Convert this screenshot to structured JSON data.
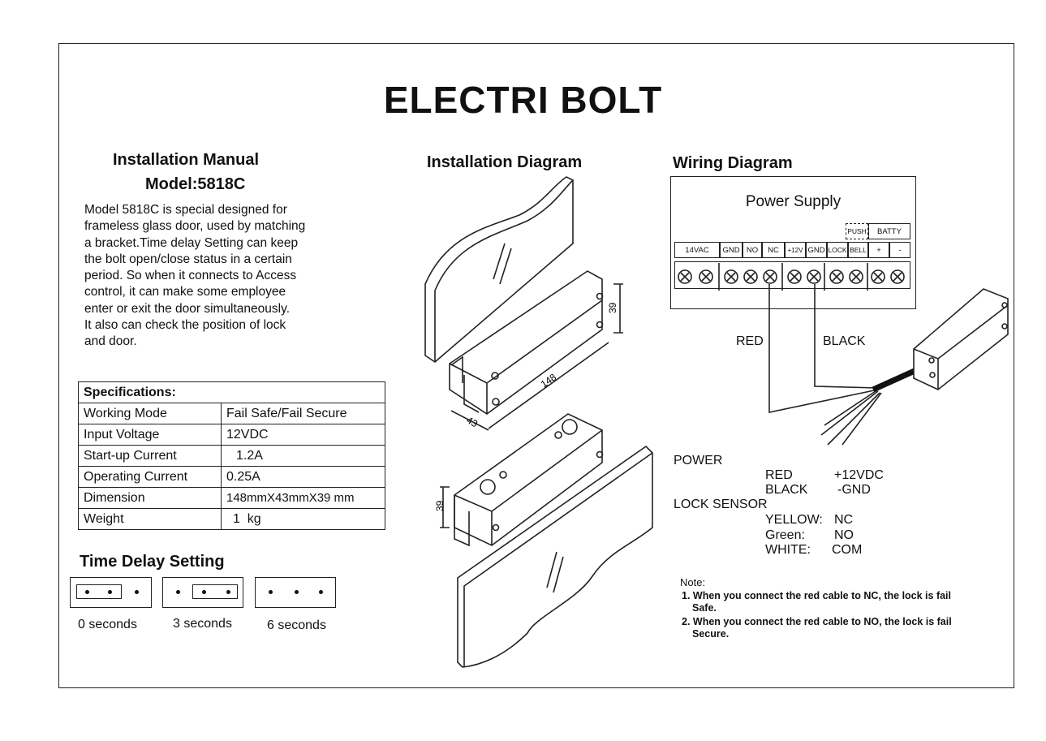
{
  "title": "ELECTRI BOLT",
  "manual": {
    "heading": "Installation Manual",
    "model": "Model:5818C",
    "description": [
      "Model 5818C is special designed for",
      "frameless glass door, used by matching",
      "a bracket.Time delay Setting can keep",
      "the bolt open/close status in a certain",
      "period. So when it connects to Access",
      "control, it can make some employee",
      "enter or exit the door simultaneously.",
      "It also can check the position of lock",
      "and door."
    ]
  },
  "specs": {
    "heading": "Specifications:",
    "rows": [
      [
        "Working Mode",
        "Fail Safe/Fail Secure"
      ],
      [
        "Input Voltage",
        "12VDC"
      ],
      [
        "Start-up Current",
        "1.2A"
      ],
      [
        "Operating Current",
        "0.25A"
      ],
      [
        "Dimension",
        "148mmX43mmX39 mm"
      ],
      [
        "Weight",
        "1  kg"
      ]
    ]
  },
  "time_delay": {
    "heading": "Time Delay Setting",
    "options": [
      "0 seconds",
      "3 seconds",
      "6 seconds"
    ]
  },
  "installation": {
    "heading": "Installation Diagram",
    "dims": {
      "length": "148",
      "width": "43",
      "height_top": "39",
      "height_bottom": "39"
    }
  },
  "wiring": {
    "heading": "Wiring Diagram",
    "power_supply": "Power Supply",
    "push_label": "PUSH",
    "batty_label": "BATTY",
    "terminals": [
      "14VAC",
      "GND",
      "NO",
      "NC",
      "+12V",
      "GND",
      "LOCK",
      "BELL",
      "+",
      "-"
    ],
    "red_label": "RED",
    "black_label": "BLACK",
    "power_heading": "POWER",
    "power_rows": [
      [
        "RED",
        "+12VDC"
      ],
      [
        "BLACK",
        "-GND"
      ]
    ],
    "sensor_heading": "LOCK SENSOR",
    "sensor_rows": [
      [
        "YELLOW:",
        "NC"
      ],
      [
        "Green:",
        "NO"
      ],
      [
        "WHITE:",
        "COM"
      ]
    ],
    "note_heading": "Note:",
    "notes": [
      "1. When you connect the red cable to NC, the lock is fail",
      "Safe.",
      "2. When you connect the red cable to NO, the lock is fail",
      "Secure."
    ]
  }
}
